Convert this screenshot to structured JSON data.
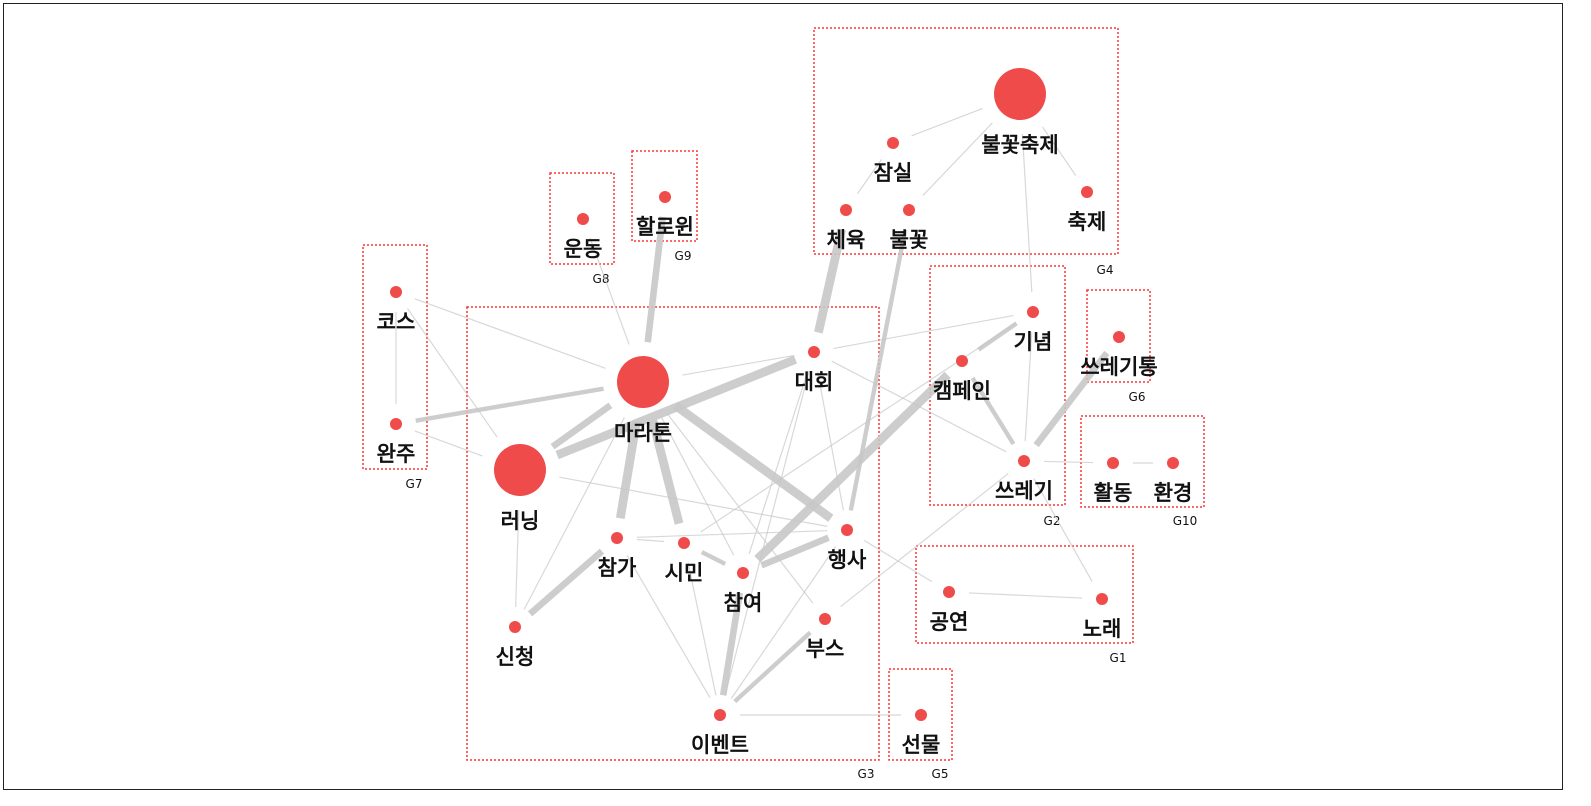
{
  "colors": {
    "node": "#ef4b4b",
    "edge": "#c8c8c8",
    "group_border": "#ff3333"
  },
  "nodes": [
    {
      "id": "마라톤",
      "group": "G3",
      "size": 3
    },
    {
      "id": "러닝",
      "group": "G3",
      "size": 3
    },
    {
      "id": "대회",
      "group": "G3",
      "size": 1
    },
    {
      "id": "참가",
      "group": "G3",
      "size": 1
    },
    {
      "id": "시민",
      "group": "G3",
      "size": 1
    },
    {
      "id": "참여",
      "group": "G3",
      "size": 1
    },
    {
      "id": "행사",
      "group": "G3",
      "size": 1
    },
    {
      "id": "부스",
      "group": "G3",
      "size": 1
    },
    {
      "id": "신청",
      "group": "G3",
      "size": 1
    },
    {
      "id": "이벤트",
      "group": "G3",
      "size": 1
    },
    {
      "id": "불꽃축제",
      "group": "G4",
      "size": 3
    },
    {
      "id": "잠실",
      "group": "G4",
      "size": 1
    },
    {
      "id": "체육",
      "group": "G4",
      "size": 1
    },
    {
      "id": "불꽃",
      "group": "G4",
      "size": 1
    },
    {
      "id": "축제",
      "group": "G4",
      "size": 1
    },
    {
      "id": "기념",
      "group": "G2",
      "size": 1
    },
    {
      "id": "캠페인",
      "group": "G2",
      "size": 1
    },
    {
      "id": "쓰레기",
      "group": "G2",
      "size": 1
    },
    {
      "id": "쓰레기통",
      "group": "G6",
      "size": 1
    },
    {
      "id": "활동",
      "group": "G10",
      "size": 1
    },
    {
      "id": "환경",
      "group": "G10",
      "size": 1
    },
    {
      "id": "공연",
      "group": "G1",
      "size": 1
    },
    {
      "id": "노래",
      "group": "G1",
      "size": 1
    },
    {
      "id": "선물",
      "group": "G5",
      "size": 1
    },
    {
      "id": "코스",
      "group": "G7",
      "size": 1
    },
    {
      "id": "완주",
      "group": "G7",
      "size": 1
    },
    {
      "id": "운동",
      "group": "G8",
      "size": 1
    },
    {
      "id": "할로윈",
      "group": "G9",
      "size": 1
    }
  ],
  "groups": [
    "G1",
    "G2",
    "G3",
    "G4",
    "G5",
    "G6",
    "G7",
    "G8",
    "G9",
    "G10"
  ],
  "edges": [
    [
      "대회",
      "러닝",
      4
    ],
    [
      "마라톤",
      "러닝",
      3
    ],
    [
      "마라톤",
      "할로윈",
      3
    ],
    [
      "마라톤",
      "운동",
      1
    ],
    [
      "마라톤",
      "완주",
      2
    ],
    [
      "마라톤",
      "코스",
      1
    ],
    [
      "마라톤",
      "참가",
      4
    ],
    [
      "마라톤",
      "시민",
      4
    ],
    [
      "마라톤",
      "참여",
      1
    ],
    [
      "마라톤",
      "행사",
      4
    ],
    [
      "마라톤",
      "신청",
      1
    ],
    [
      "마라톤",
      "대회",
      1
    ],
    [
      "마라톤",
      "부스",
      1
    ],
    [
      "코스",
      "완주",
      1
    ],
    [
      "코스",
      "러닝",
      1
    ],
    [
      "완주",
      "러닝",
      1
    ],
    [
      "체육",
      "대회",
      4
    ],
    [
      "잠실",
      "체육",
      1
    ],
    [
      "잠실",
      "불꽃축제",
      1
    ],
    [
      "불꽃",
      "불꽃축제",
      1
    ],
    [
      "불꽃축제",
      "축제",
      1
    ],
    [
      "불꽃축제",
      "기념",
      1
    ],
    [
      "불꽃",
      "행사",
      2
    ],
    [
      "대회",
      "기념",
      1
    ],
    [
      "대회",
      "쓰레기",
      1
    ],
    [
      "대회",
      "행사",
      1
    ],
    [
      "대회",
      "참여",
      1
    ],
    [
      "대회",
      "이벤트",
      1
    ],
    [
      "기념",
      "캠페인",
      2
    ],
    [
      "기념",
      "쓰레기",
      1
    ],
    [
      "캠페인",
      "쓰레기",
      2
    ],
    [
      "쓰레기통",
      "쓰레기",
      3
    ],
    [
      "쓰레기",
      "활동",
      1
    ],
    [
      "활동",
      "환경",
      1
    ],
    [
      "쓰레기",
      "노래",
      1
    ],
    [
      "공연",
      "노래",
      1
    ],
    [
      "공연",
      "행사",
      1
    ],
    [
      "캠페인",
      "참여",
      4
    ],
    [
      "기념",
      "시민",
      1
    ],
    [
      "참여",
      "행사",
      3
    ],
    [
      "참여",
      "시민",
      2
    ],
    [
      "참가",
      "신청",
      3
    ],
    [
      "참가",
      "이벤트",
      1
    ],
    [
      "시민",
      "이벤트",
      1
    ],
    [
      "참여",
      "이벤트",
      3
    ],
    [
      "부스",
      "이벤트",
      2
    ],
    [
      "행사",
      "이벤트",
      1
    ],
    [
      "이벤트",
      "선물",
      1
    ],
    [
      "러닝",
      "신청",
      1
    ],
    [
      "러닝",
      "행사",
      1
    ],
    [
      "시민",
      "참가",
      1
    ],
    [
      "쓰레기",
      "부스",
      1
    ],
    [
      "참가",
      "행사",
      1
    ]
  ]
}
